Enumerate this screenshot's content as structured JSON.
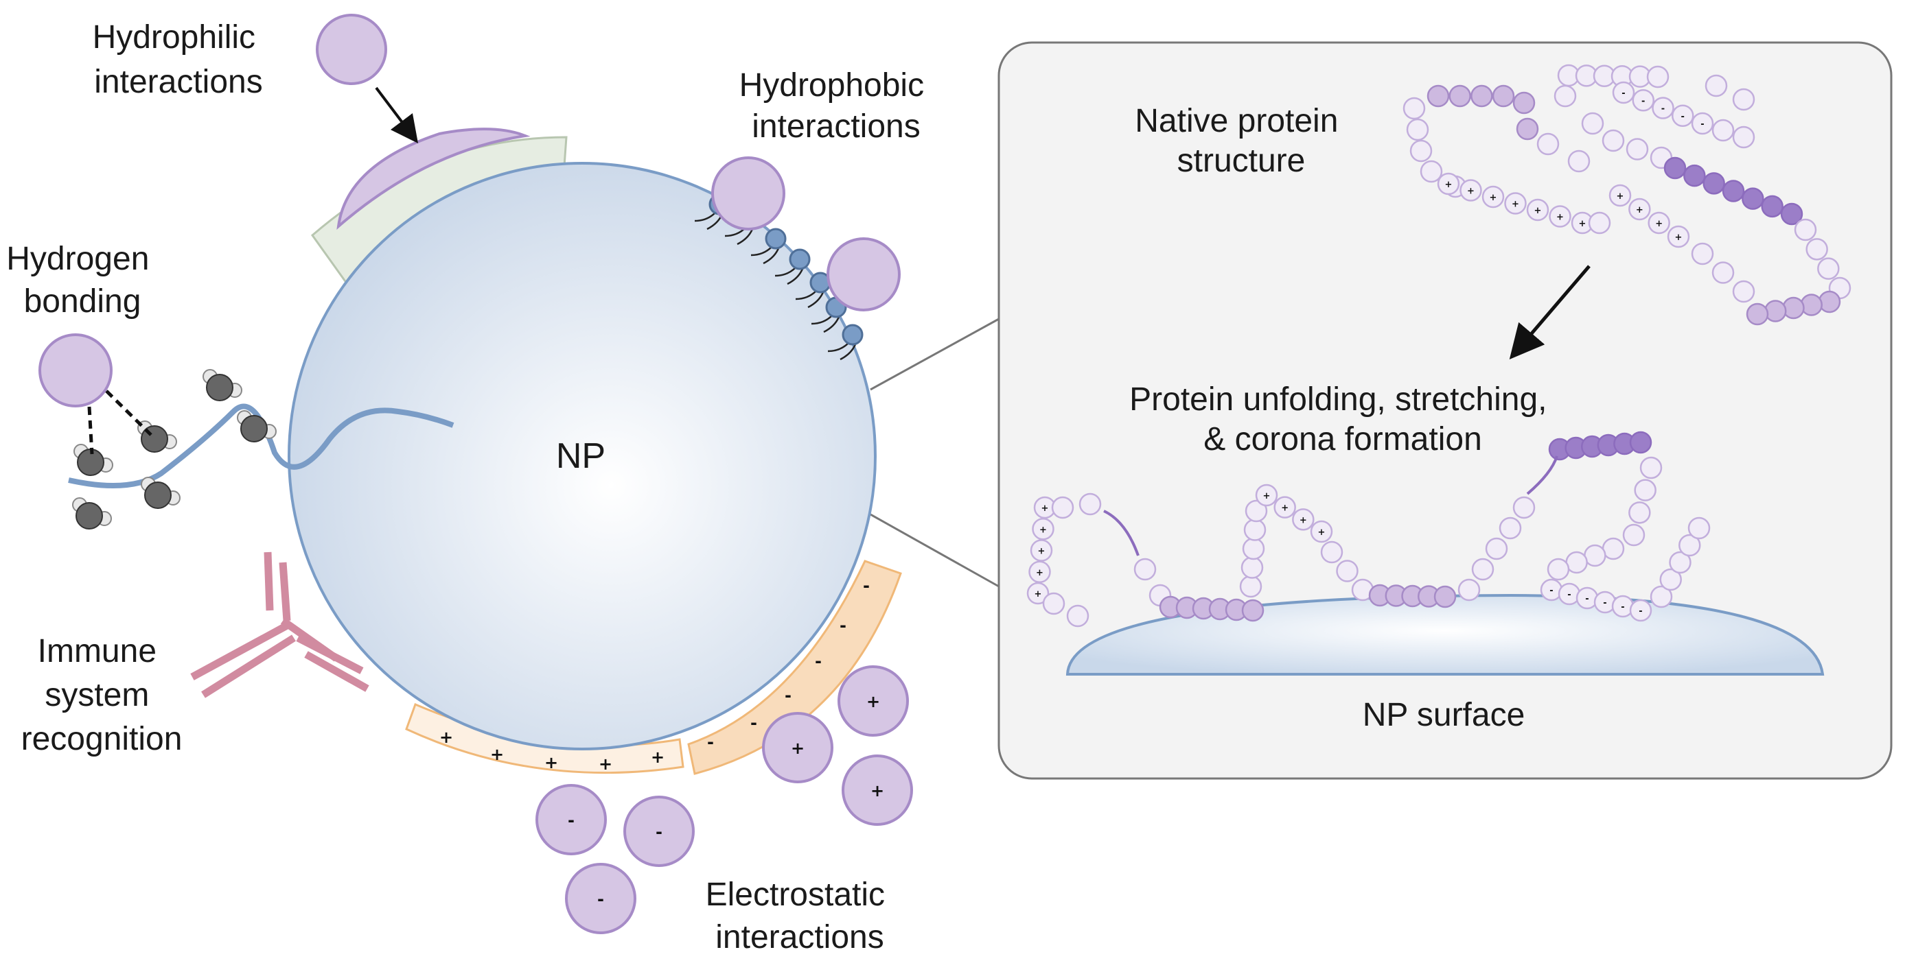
{
  "labels": {
    "hydrophilic": [
      "Hydrophilic",
      "interactions"
    ],
    "hydrophobic": [
      "Hydrophobic",
      "interactions"
    ],
    "hydrogen": [
      "Hydrogen",
      "bonding"
    ],
    "immune": [
      "Immune",
      "system",
      "recognition"
    ],
    "electrostatic": [
      "Electrostatic",
      "interactions"
    ],
    "np": "NP",
    "native": [
      "Native protein",
      "structure"
    ],
    "unfolding": [
      "Protein unfolding, stretching,",
      "& corona formation"
    ],
    "np_surface": "NP surface"
  },
  "signs": {
    "plus": "+",
    "minus": "-"
  },
  "colors": {
    "np_fill": "#dce5f0",
    "np_stroke": "#7a9cc6",
    "protein_fill": "#d6c6e4",
    "protein_stroke": "#a68bc7",
    "protein_dark": "#9b7ec8",
    "hydrophilic_layer": "#e6ede2",
    "positive_layer": "#fdf0e2",
    "negative_layer": "#f9dcbc",
    "layer_stroke": "#f0b878",
    "antibody": "#d18ba0",
    "water_oxygen": "#666666",
    "panel_fill": "#f3f3f3",
    "panel_stroke": "#777777"
  }
}
